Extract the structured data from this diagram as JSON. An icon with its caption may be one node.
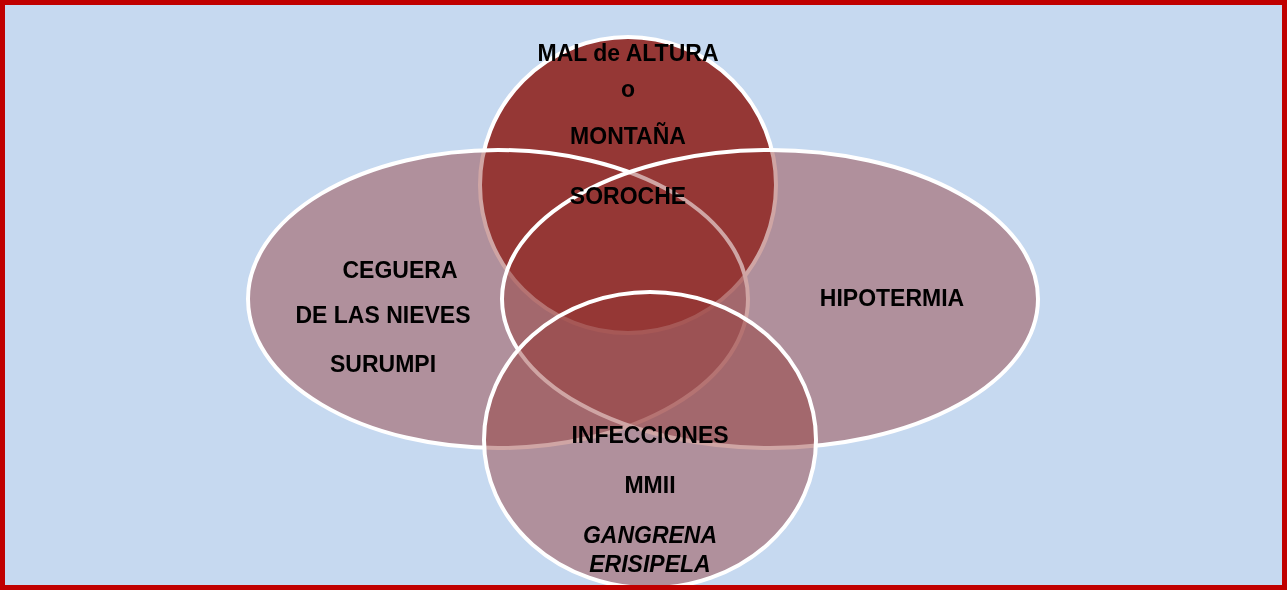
{
  "diagram": {
    "nodes": [
      {
        "text": [
          "MAL de ALTURA",
          "o",
          "MONTAÑA",
          "SOROCHE"
        ]
      },
      {
        "text": [
          "CEGUERA",
          "DE LAS NIEVES",
          "SURUMPI"
        ]
      },
      {
        "text": [
          "HIPOTERMIA"
        ]
      },
      {
        "text": [
          "INFECCIONES",
          "MMII",
          "*GANGRENA ERISIPELA*"
        ]
      }
    ]
  }
}
